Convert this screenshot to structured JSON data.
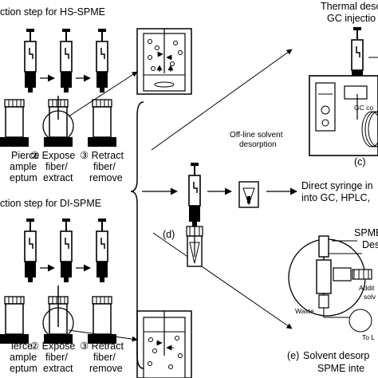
{
  "headers": {
    "hs_title": "ction step for HS-SPME",
    "di_title": "ction step for DI-SPME",
    "thermal_line1": "Thermal deso",
    "thermal_line2": "GC injectio"
  },
  "hs_steps": [
    {
      "line1": "Pierce",
      "line2": "ample",
      "line3": "eptum"
    },
    {
      "line1": "② Expose",
      "line2": "fiber/",
      "line3": "extract"
    },
    {
      "line1": "③ Retract",
      "line2": "fiber/",
      "line3": "remove"
    }
  ],
  "di_steps": [
    {
      "line1": "ierce",
      "line2": "ample",
      "line3": "eptum"
    },
    {
      "line1": "② Expose",
      "line2": "fiber/",
      "line3": "extract"
    },
    {
      "line1": "③ Retract",
      "line2": "fiber/",
      "line3": "remove"
    }
  ],
  "center": {
    "offline_line1": "Off-line solvent",
    "offline_line2": "desorption",
    "label_d": "(d)"
  },
  "right": {
    "label_c": "(c)",
    "gc_column": "GC co",
    "direct_line1": "Direct syringe in",
    "direct_line2": "into GC, HPLC,",
    "spme_fiber": "SPME fib",
    "desorb": "Desor",
    "additive1": "Addit",
    "additive2": "solv",
    "waste": "Waste",
    "to_lc": "To L",
    "label_e": "(e)",
    "solvent_line1": "Solvent desorp",
    "solvent_line2": "SPME inte"
  }
}
